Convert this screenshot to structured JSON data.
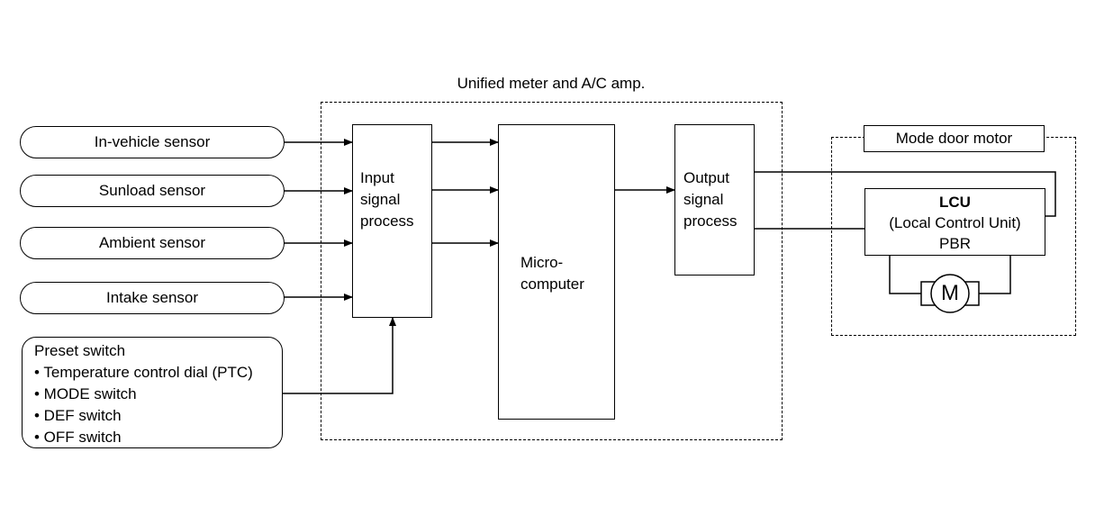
{
  "amp_label": "Unified meter and A/C amp.",
  "sensors": [
    {
      "label": "In-vehicle sensor"
    },
    {
      "label": "Sunload sensor"
    },
    {
      "label": "Ambient sensor"
    },
    {
      "label": "Intake sensor"
    }
  ],
  "preset": {
    "title": "Preset switch",
    "items": [
      "• Temperature control dial (PTC)",
      "• MODE switch",
      "• DEF switch",
      "• OFF switch"
    ]
  },
  "input_block": {
    "lines": [
      "Input",
      "signal",
      "process"
    ]
  },
  "micro_block": {
    "lines": [
      "Micro-",
      "computer"
    ]
  },
  "output_block": {
    "lines": [
      "Output",
      "signal",
      "process"
    ]
  },
  "motor_group": {
    "label": "Mode door motor",
    "lcu_lines": [
      "LCU",
      "(Local Control Unit)",
      "PBR"
    ],
    "motor_symbol": "M"
  }
}
